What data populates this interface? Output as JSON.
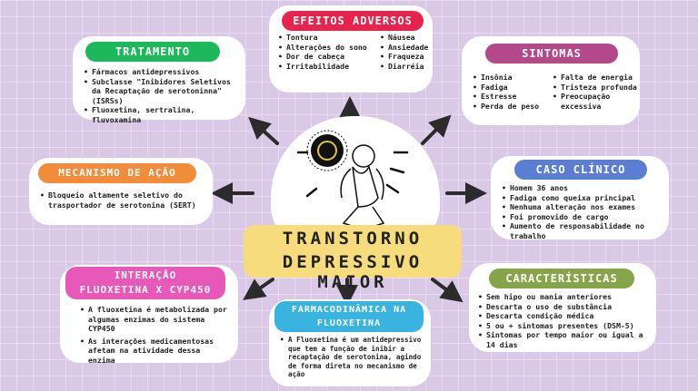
{
  "center": {
    "title_line1": "TRANSTORNO",
    "title_line2": "DEPRESSIVO MAIOR"
  },
  "efeitos_adversos": {
    "title": "EFEITOS ADVERSOS",
    "col1": [
      "Tontura",
      "Alterações do sono",
      "Dor de cabeça",
      "Irritabilidade"
    ],
    "col2": [
      "Náusea",
      "Ansiedade",
      "Fraqueza",
      "Diarréia"
    ]
  },
  "tratamento": {
    "title": "TRATAMENTO",
    "items": [
      "Fármacos antidepressivos",
      "Subclasse \"Inibidores Seletivos da Recaptação de serotoninna\" (ISRSs)",
      "Fluoxetina, sertralina, fluvoxamina"
    ]
  },
  "sintomas": {
    "title": "SINTOMAS",
    "col1": [
      "Insônia",
      "Fadiga",
      "Estresse",
      "Perda de peso"
    ],
    "col2": [
      "Falta de energia",
      "Tristeza profunda",
      "Preocupação excessiva"
    ]
  },
  "mecanismo": {
    "title": "MECANISMO DE AÇÃO",
    "items": [
      "Bloqueio altamente seletivo do trasportador de serotonina (SERT)"
    ]
  },
  "caso_clinico": {
    "title": "CASO CLÍNICO",
    "items": [
      "Homem 36 anos",
      "Fadiga como queixa principal",
      "Nenhuma alteração nos exames",
      "Foi promovido de cargo",
      "Aumento de responsabilidade no trabalho"
    ]
  },
  "interacao": {
    "title_line1": "INTERAÇÃO",
    "title_line2": "FLUOXETINA X CYP450",
    "items": [
      "A fluoxetina é metabolizada por algumas enzimas do sistema CYP450",
      "As interações medicamentosas afetam na atividade dessa enzima"
    ]
  },
  "farmacodinamica": {
    "title_line1": "FARMACODINÂMICA NA",
    "title_line2": "FLUOXETINA",
    "items": [
      "A Fluoxetina é um antidepressivo que tem a função de inibir a recaptação de serotonina, agindo de forma direta no mecanismo de ação"
    ]
  },
  "caracteristicas": {
    "title": "CARACTERÍSTICAS",
    "items": [
      "Sem hipo ou mania anteriores",
      "Descarta o uso de substância",
      "Descarta condição médica",
      "5 ou + sintomas presentes (DSM-5)",
      "Sintomas por tempo maior ou igual a 14 dias"
    ]
  },
  "colors": {
    "efeitos": "#e8244d",
    "tratamento": "#1eb85c",
    "sintomas": "#b3488a",
    "mecanismo": "#f28c3a",
    "caso": "#5a7ed1",
    "interacao": "#e858b8",
    "farmaco": "#39b3e0",
    "caracteristicas": "#86a54a",
    "center": "#f7dc7d"
  }
}
